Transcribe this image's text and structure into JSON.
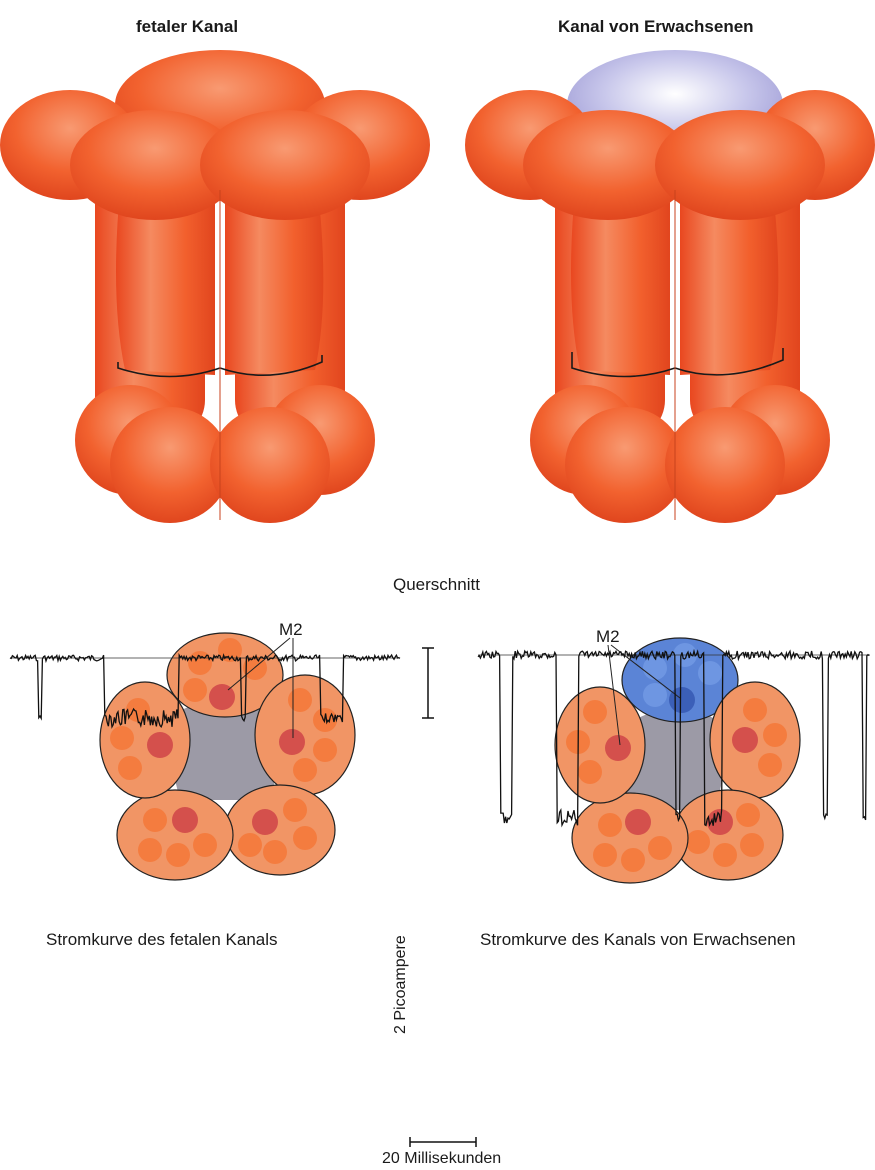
{
  "titles": {
    "left": "fetaler Kanal",
    "right": "Kanal von Erwachsenen"
  },
  "cross_section": {
    "title": "Querschnitt",
    "m2_left": "M2",
    "m2_right": "M2"
  },
  "traces": {
    "left_title": "Stromkurve des fetalen Kanals",
    "right_title": "Stromkurve des Kanals von Erwachsenen"
  },
  "scale": {
    "current": "2 Picoampere",
    "time": "20 Millisekunden"
  },
  "colors": {
    "subunit": "#f0552a",
    "subunit_light": "#f79a70",
    "adult_cap": "#c9c8e8",
    "section_orange": "#f19565",
    "section_pore": "#9c9aa6",
    "m2_red": "#d4504c",
    "section_blue": "#5b84d6",
    "m2_blue": "#3b5fb8"
  }
}
